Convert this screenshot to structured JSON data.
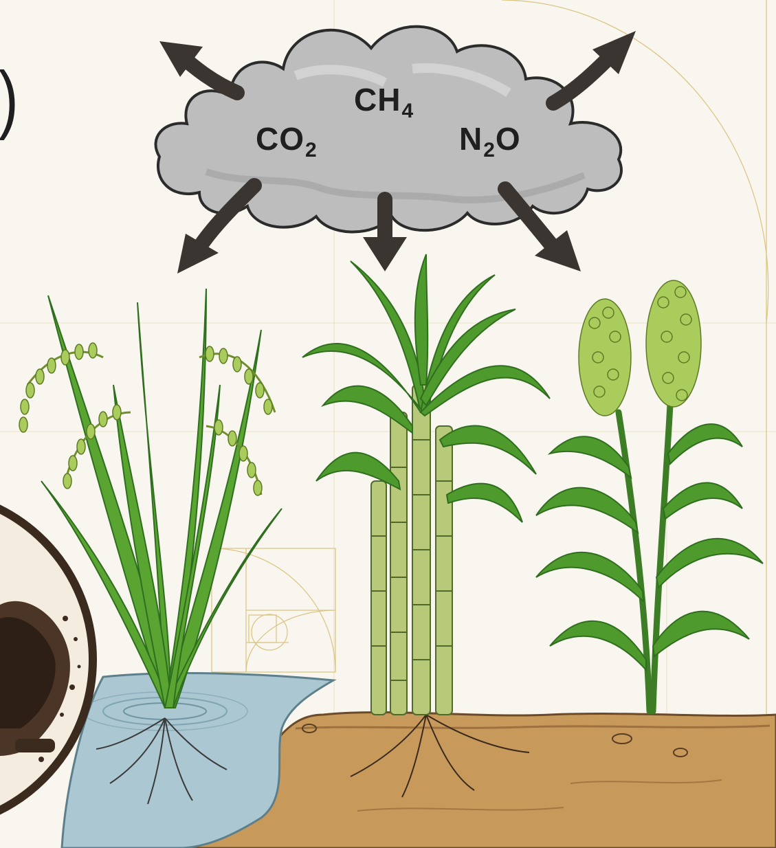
{
  "gases": {
    "co2": {
      "base": "CO",
      "sub": "2",
      "tail": ""
    },
    "ch4": {
      "base": "CH",
      "sub": "4",
      "tail": ""
    },
    "n2o": {
      "base": "N",
      "sub": "2",
      "tail": "O"
    }
  },
  "edge_text": ")",
  "colors": {
    "background": "#f8f6ef",
    "cloud": "#bdbdbd",
    "arrow": "#3a3530",
    "leaf": "#4f9a2c",
    "leaf_dark": "#2f6e1f",
    "water": "#aac7d2",
    "soil": "#c79a5b",
    "biochar": "#3b2a1e",
    "golden_guides": "#d9c17a"
  },
  "icons": [
    "cloud-icon",
    "arrow-icon",
    "rice-plant-icon",
    "sugarcane-plant-icon",
    "sorghum-plant-icon",
    "biochar-icon"
  ]
}
